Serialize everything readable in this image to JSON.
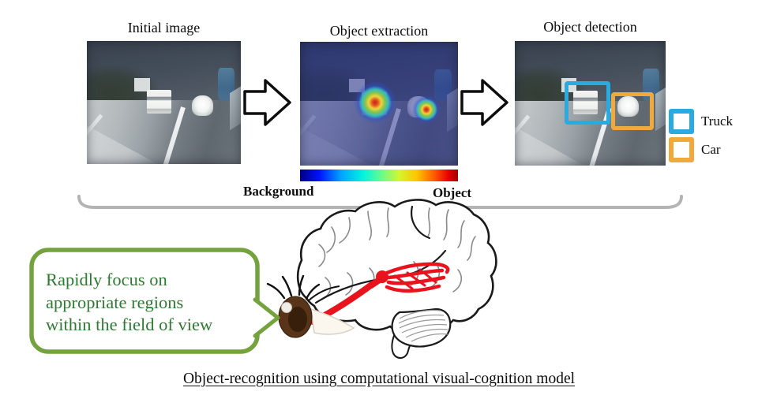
{
  "figure": {
    "caption": "Object-recognition using computational visual-cognition model"
  },
  "pipeline": {
    "steps": [
      {
        "title": "Initial image"
      },
      {
        "title": "Object extraction"
      },
      {
        "title": "Object detection"
      }
    ],
    "colorbar": {
      "left_label": "Background",
      "right_label": "Object",
      "gradient": "jet (blue to red)"
    }
  },
  "legend": {
    "items": [
      {
        "label": "Truck",
        "color": "#29ABE2"
      },
      {
        "label": "Car",
        "color": "#F2A93B"
      }
    ]
  },
  "detection_boxes": [
    {
      "object": "Truck",
      "color": "#29ABE2"
    },
    {
      "object": "Car",
      "color": "#F2A93B"
    }
  ],
  "speech_bubble": {
    "lines": [
      "Rapidly focus on",
      "appropriate regions",
      "within the field of view"
    ],
    "text_color": "#2E7A33",
    "border_color": "#74A33E"
  },
  "icons": {
    "flow_arrow": "block-arrow-right",
    "brace": "horizontal-curly-brace",
    "brain": "brain-with-visual-pathway",
    "eye": "eyeball"
  },
  "colors": {
    "truck_box": "#29ABE2",
    "car_box": "#F2A93B",
    "visual_pathway_red": "#E8131C",
    "brace_gray": "#B4B4B4"
  }
}
